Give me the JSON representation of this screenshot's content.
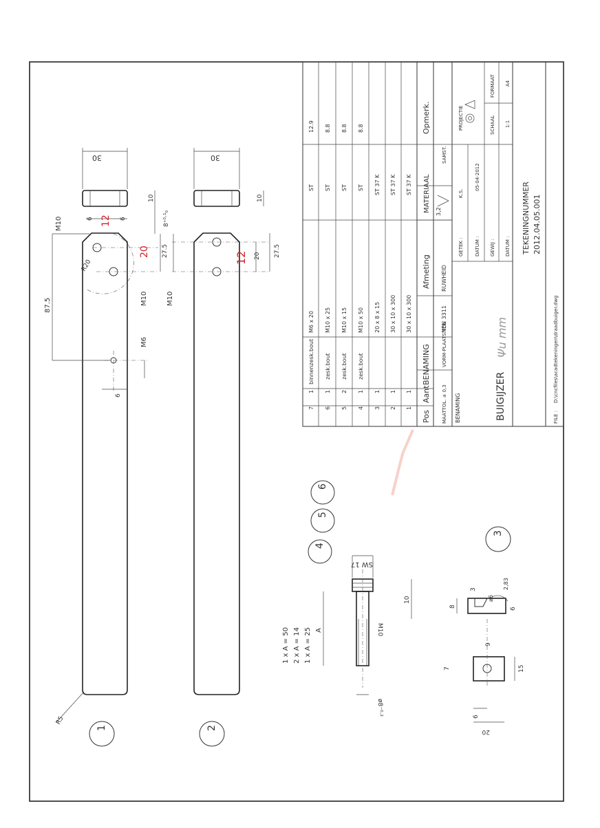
{
  "title_block": {
    "parts": [
      {
        "pos": "7",
        "aant": "1",
        "benaming": "binnenzesk.bout",
        "afmeting": "M6 x 20",
        "materiaal": "ST",
        "opmerk": "12.9"
      },
      {
        "pos": "6",
        "aant": "1",
        "benaming": "zesk.bout",
        "afmeting": "M10 x 25",
        "materiaal": "ST",
        "opmerk": "8.8"
      },
      {
        "pos": "5",
        "aant": "2",
        "benaming": "zesk.bout",
        "afmeting": "M10 x 15",
        "materiaal": "ST",
        "opmerk": "8.8"
      },
      {
        "pos": "4",
        "aant": "1",
        "benaming": "zesk.bout",
        "afmeting": "M10 x 50",
        "materiaal": "ST",
        "opmerk": "8.8"
      },
      {
        "pos": "3",
        "aant": "1",
        "benaming": "",
        "afmeting": "20 x 8 x 15",
        "materiaal": "ST 37 K",
        "opmerk": ""
      },
      {
        "pos": "2",
        "aant": "1",
        "benaming": "",
        "afmeting": "30 x 10 x 300",
        "materiaal": "ST 37 K",
        "opmerk": ""
      },
      {
        "pos": "1",
        "aant": "1",
        "benaming": "",
        "afmeting": "30 x 10 x 300",
        "materiaal": "ST 37 K",
        "opmerk": ""
      }
    ],
    "header": {
      "pos": "Pos",
      "aant": "Aant",
      "benaming": "BENAMING",
      "afmeting": "Afmeting",
      "materiaal": "MATERIAAL",
      "opmerk": "Opmerk."
    },
    "maattol_label": "MAATTOL. ± 0,3",
    "vormplaats_label": "VORM-PLAATS.TOL",
    "nen_label": "NEN 3311",
    "ruwheid_label": "RUWHEID",
    "ruwheid_value": "3,2",
    "samst_label": "SAMST.",
    "benaming_label": "BENAMING",
    "benaming_value": "BUIGIJZER",
    "getek_label": "GETEK :",
    "getek_value": "K.S.",
    "datum_label": "DATUM :",
    "datum_value": "05-04-2012",
    "gewij_label": "GEWIJ :",
    "datum2_label": "DATUM :",
    "projectie_label": "PROJECTIE",
    "schaal_label": "SCHAAL",
    "schaal_value": "1:1",
    "formaat_label": "FORMAAT",
    "formaat_value": "A4",
    "tekeningnummer_label": "TEKENINGNUMMER",
    "tekeningnummer_value": "2012.04.05.001",
    "file_label": "FILE :",
    "file_value": "D:\\cncfiles\\acadtekeningen\\draadbuiger.dwg"
  },
  "drawing": {
    "dims_part1": {
      "width": "30",
      "thickness": "10",
      "m10_top": "M10",
      "six_a": "6",
      "six_b": "6",
      "r20": "R20",
      "span_27_5": "27.5",
      "span_87_5": "87.5",
      "m10_side": "M10",
      "m6": "M6",
      "six_c": "6",
      "r5": "R5",
      "tol_8": "8⁺⁰·¹₀",
      "red_12": "12",
      "red_20": "20"
    },
    "dims_part2": {
      "width": "30",
      "thickness": "10",
      "m10": "M10",
      "span_20": "20",
      "span_27_5": "27.5",
      "red_12": "12"
    },
    "bolt": {
      "sw": "SW 17",
      "ten": "10",
      "m10": "M10",
      "a": "A",
      "dia": "ø8⁻⁰·²",
      "line1": "1 x A = 50",
      "line2": "2 x A = 14",
      "line3": "1 x A = 25"
    },
    "block": {
      "eight": "8",
      "three": "3",
      "dia6": "ø6",
      "r283": "2,83",
      "six_a": "6",
      "nine": "9",
      "seven": "7",
      "fifteen": "15",
      "six_b": "6",
      "twenty": "20"
    },
    "balloons": {
      "b1": "1",
      "b2": "2",
      "b3": "3",
      "b4": "4",
      "b5": "5",
      "b6": "6"
    },
    "signature": "Ψu mm"
  }
}
